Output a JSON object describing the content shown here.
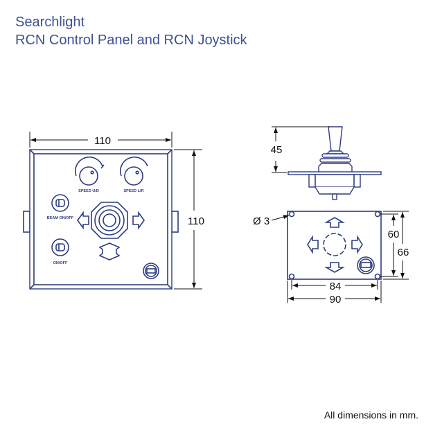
{
  "header": {
    "title": "Searchlight",
    "subtitle": "RCN Control Panel and RCN Joystick"
  },
  "control_panel": {
    "width_dim": "110",
    "height_dim": "110",
    "labels": {
      "speed_ud": "SPEED U/D",
      "speed_lr": "SPEED L/R",
      "beam": "BEAM ON/OFF",
      "onoff": "ON/OFF"
    }
  },
  "joystick": {
    "height_dim": "45",
    "hole_dim": "Ø 3",
    "inner_height_dim": "60",
    "outer_height_dim": "66",
    "inner_width_dim": "84",
    "outer_width_dim": "90"
  },
  "footer": {
    "note": "All dimensions in mm."
  },
  "colors": {
    "drawing": "#2d3c82",
    "title": "#3d5290",
    "dimension": "#111111"
  }
}
